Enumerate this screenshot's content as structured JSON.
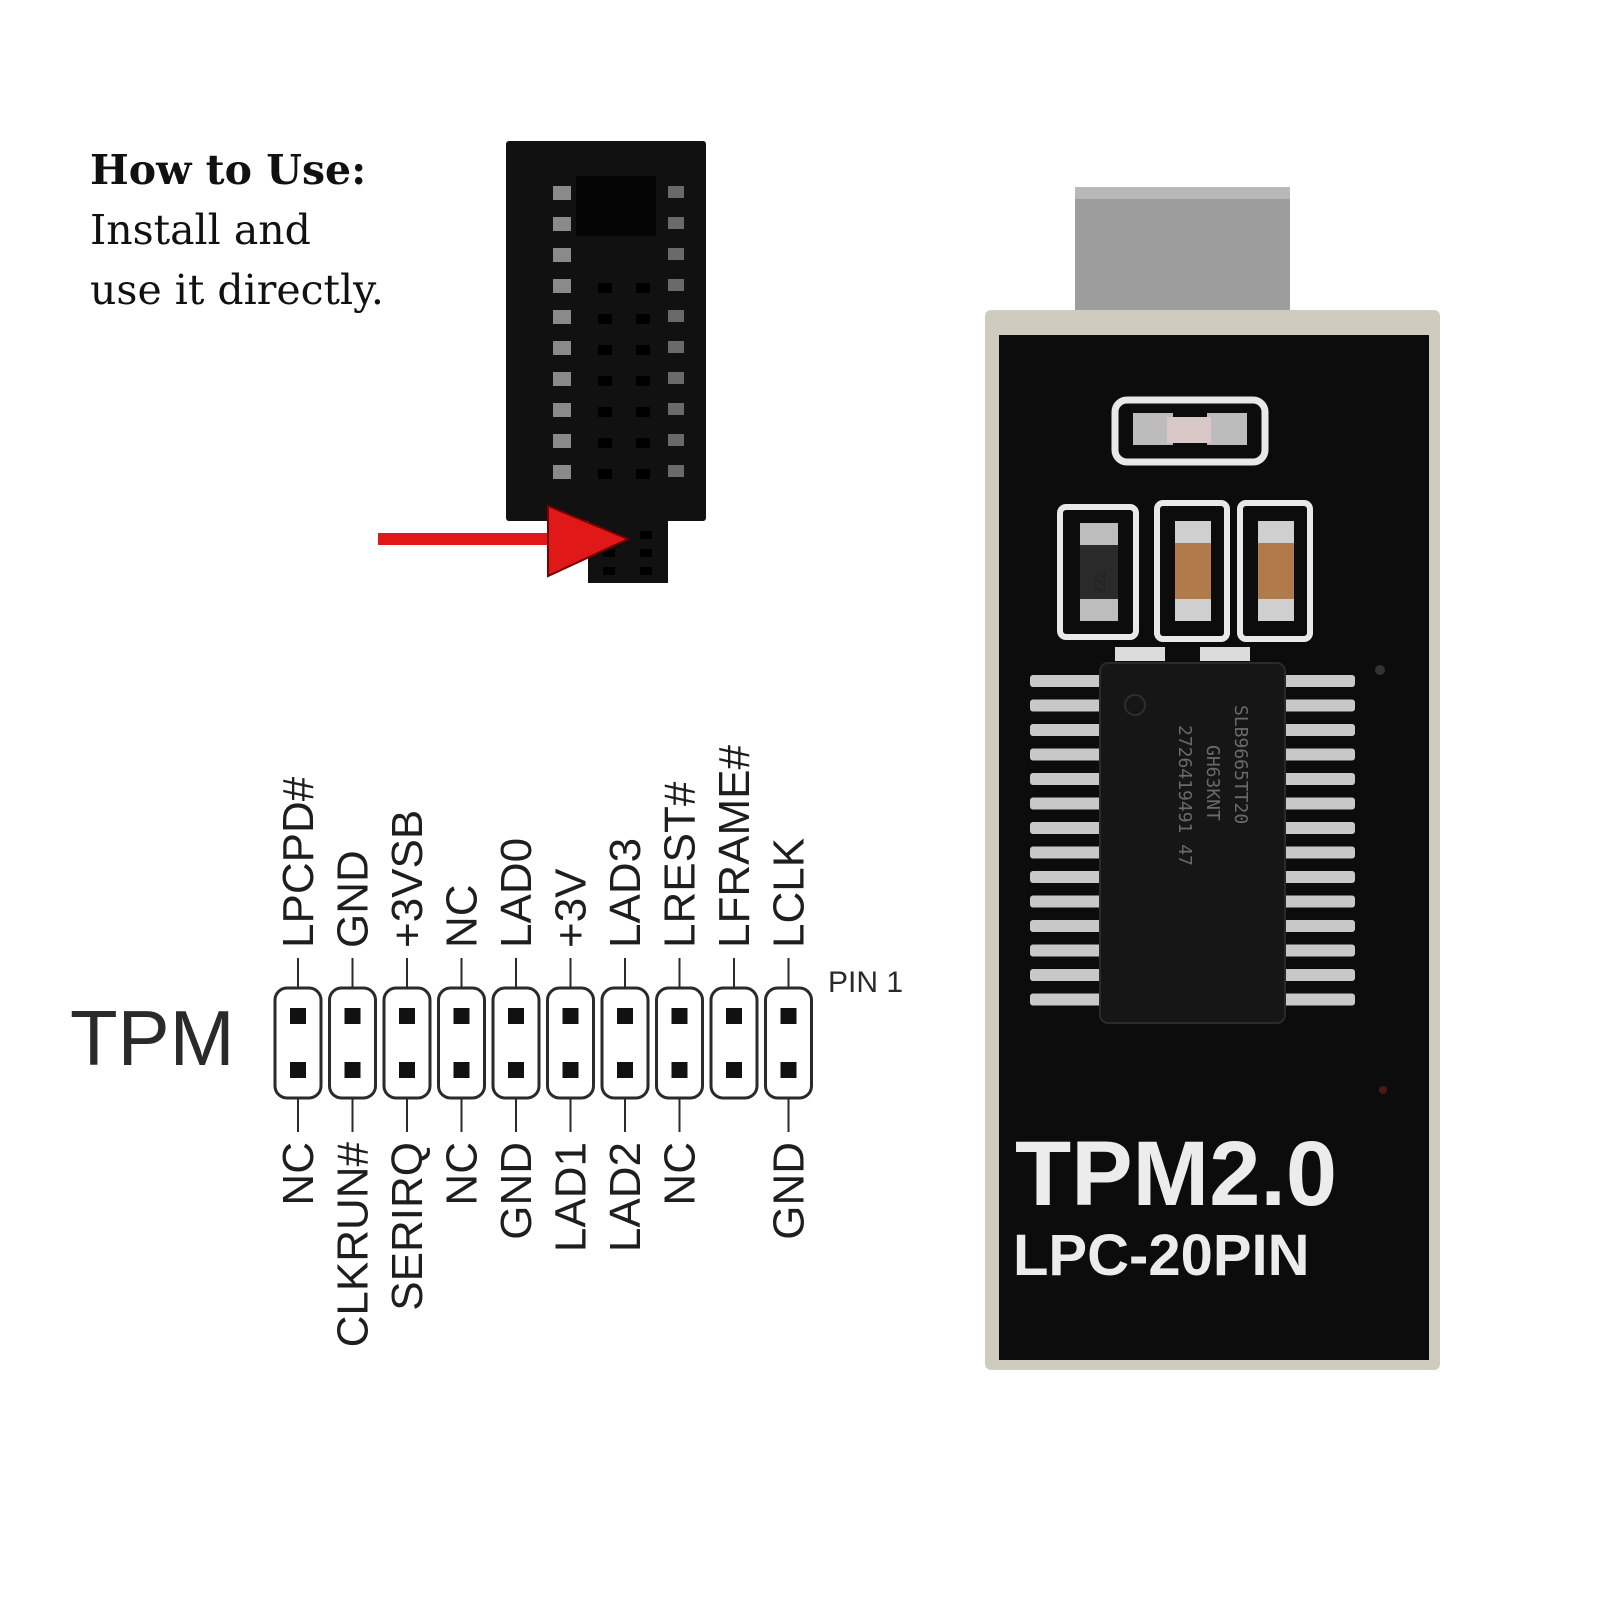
{
  "instructions": {
    "title": "How to Use:",
    "lines": [
      "Install and",
      "use it directly."
    ]
  },
  "pinout": {
    "header_label": "TPM",
    "pin1_label": "PIN 1",
    "top_pins": [
      "LPCPD#",
      "GND",
      "+3VSB",
      "NC",
      "LAD0",
      "+3V",
      "LAD3",
      "LREST#",
      "LFRAME#",
      "LCLK"
    ],
    "bottom_pins": [
      "NC",
      "CLKRUN#",
      "SERIRQ",
      "NC",
      "GND",
      "LAD1",
      "LAD2",
      "NC",
      "",
      "GND"
    ],
    "keyed_column": 9
  },
  "board": {
    "title": "TPM2.0",
    "subtitle": "LPC-20PIN",
    "chip_markings": [
      "SLB9665TT20",
      "GH63KNT",
      "2726419491 47"
    ],
    "resistor_marking": "222"
  },
  "colors": {
    "arrow": "#e01818",
    "board": "#0c0c0c",
    "silkscreen": "#e8e8e8"
  },
  "icons": [
    "red-arrow-icon"
  ]
}
